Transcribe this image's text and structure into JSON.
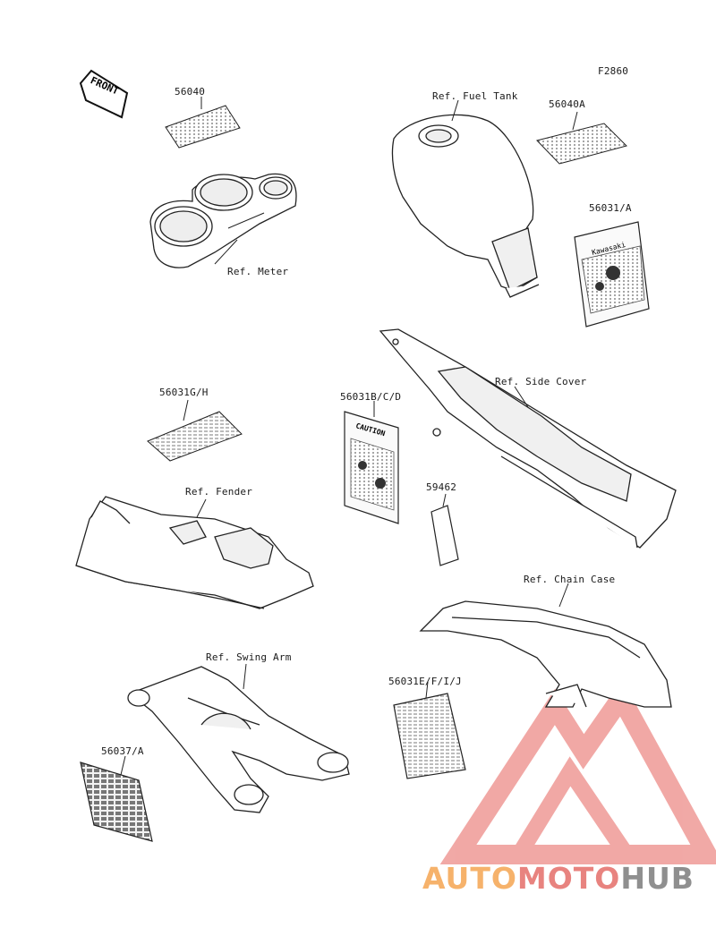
{
  "diagram": {
    "figure_code": "F2860",
    "front_arrow": "FRONT",
    "labels": {
      "p56040": "56040",
      "ref_fuel_tank": "Ref. Fuel Tank",
      "p56040A": "56040A",
      "p56031A": "56031/A",
      "ref_meter": "Ref. Meter",
      "ref_side_cover": "Ref. Side Cover",
      "p56031GH": "56031G/H",
      "p56031BCD": "56031B/C/D",
      "p59462": "59462",
      "ref_fender": "Ref. Fender",
      "ref_chain_case": "Ref. Chain Case",
      "ref_swing_arm": "Ref. Swing Arm",
      "p56031EFIJ": "56031E/F/I/J",
      "p56037A": "56037/A"
    },
    "sticker_texts": {
      "kawasaki": "Kawasaki",
      "caution": "CAUTION"
    }
  },
  "watermark": {
    "part1": "AUTO",
    "part2": "MOTO",
    "part3": "HUB",
    "colors": {
      "orange": "#f6b26b",
      "red": "#e8837f",
      "gray": "#8f8f8f"
    }
  }
}
